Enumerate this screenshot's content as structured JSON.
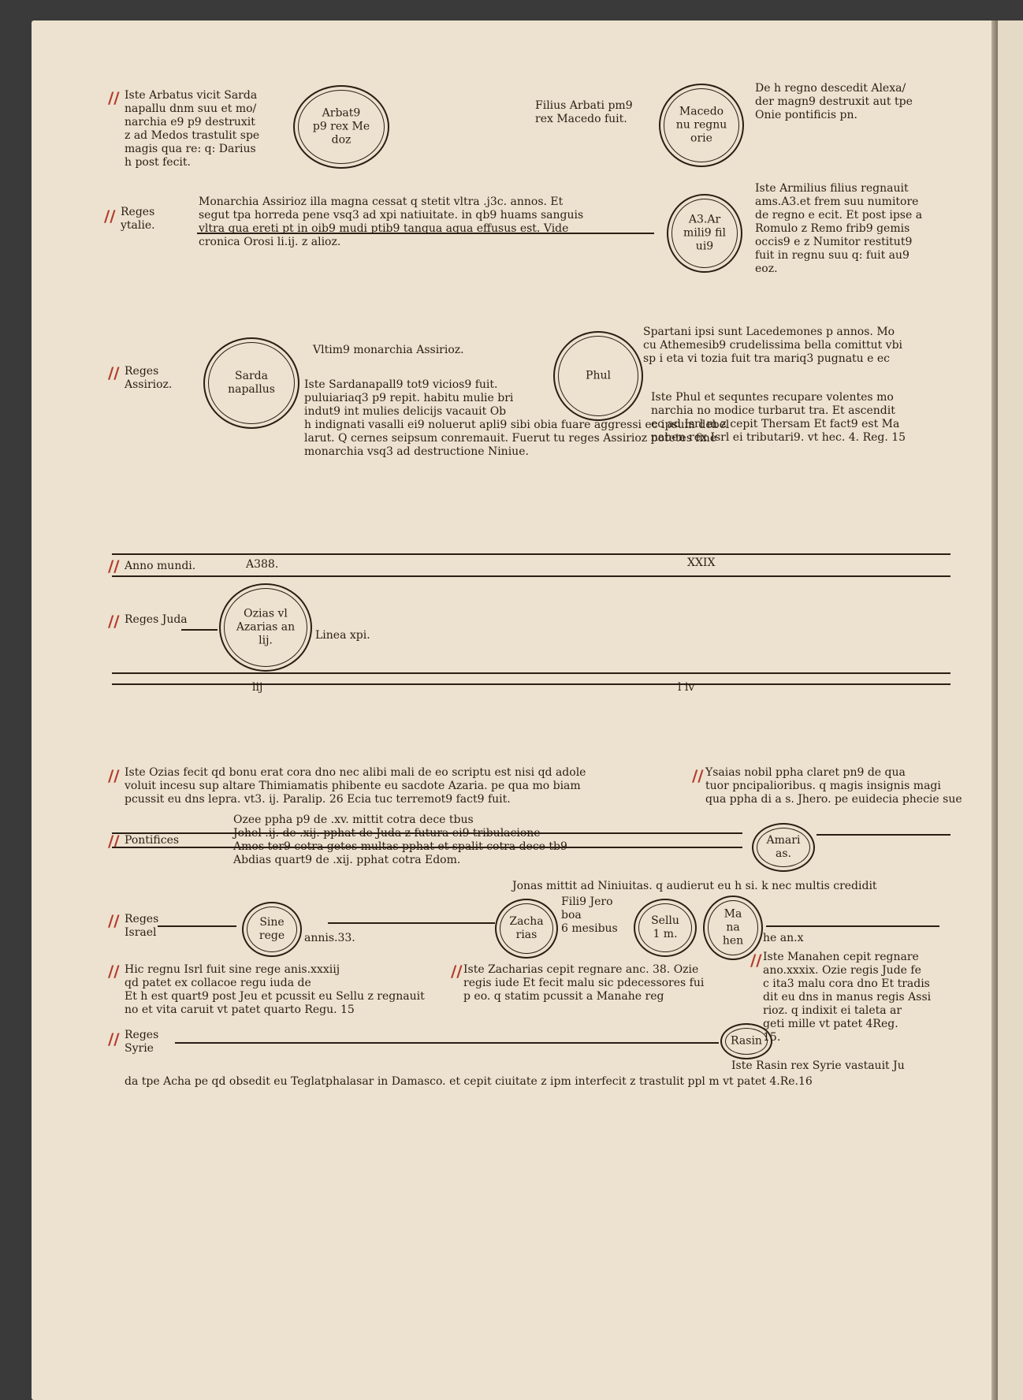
{
  "top": {
    "arbatus_text": "Iste Arbatus vicit Sarda\nnapallu dnm suu et mo/\nnarchia e9 p9 destruxit\nz ad Medos trastulit spe\nmagis qua re: q: Darius\nh post fecit.",
    "arbatus_circle": "Arbat9\np9 rex Me\ndoz",
    "filius_arbati": "Filius Arbati pm9\nrex Macedo fuit.",
    "macedonum_circle": "Macedo\nnu regnu\norie",
    "macedonum_text": "De h regno descedit Alexa/\nder magn9 destruxit aut tpe\nOnie pontificis pn.",
    "reges_ytalie_label": "Reges\nytalie.",
    "monarchia_text": "Monarchia Assirioz illa magna cessat q stetit vltra .j3c. annos. Et\nsegut tpa horreda pene vsq3 ad xpi natiuitate. in qb9 huams sanguis\nvltra qua ereti pt in oib9 mudi ptib9 tanqua aqua effusus est. Vide\ncronica Orosi li.ij. z alioz.",
    "armilius_circle": "A3.Ar\nmili9 fil\nui9",
    "armilius_text": "Iste Armilius filius regnauit\nams.A3.et frem suu numitore\nde regno e ecit. Et post ipse a\nRomulo z Remo frib9 gemis\noccis9 e z Numitor restitut9\nfuit in regnu suu q: fuit au9\neoz."
  },
  "middle": {
    "reges_assiriorum_label": "Reges\nAssirioz.",
    "sardanapallus_circle": "Sarda\nnapallus",
    "ultimus_title": "Vltim9 monarchia Assirioz.",
    "sardanapallus_text": "Iste Sardanapall9 tot9 vicios9 fuit.\npuluiariaq3 p9 repit. habitu mulie bri\nindut9 int mulies delicijs vacauit Ob\nh indignati vasalli ei9 noluerut apli9 sibi obia fuare aggressi ec ipsum debel\nlarut. Q cernes seipsum conremauit. Fuerut tu reges Assirioz potetes fine\nmonarchia vsq3 ad destructione Niniue.",
    "phul_circle": "Phul",
    "spartani_text": "Spartani ipsi sunt Lacedemones p annos. Mo\ncu Athemesib9 crudelissima bella comittut vbi\nsp i eta vi tozia fuit tra mariq3 pugnatu e ec",
    "phul_text": "Iste Phul et sequntes recupare volentes mo\nnarchia no modice turbarut tra. Et ascendit\nec ad Isrl m z cepit Thersam Et fact9 est Ma\nnahen rex Isrl ei tributari9. vt hec. 4. Reg. 15"
  },
  "timeline": {
    "anno_mundi_label": "Anno mundi.",
    "year_value": "A388.",
    "right_value": "XXIX",
    "reges_juda_label": "Reges Juda",
    "ozias_circle": "Ozias vl\nAzarias an\nlij.",
    "linea_label": "Linea xpi.",
    "bottom_left": "lij",
    "bottom_right": "l iv"
  },
  "lower": {
    "ozias_text": "Iste Ozias fecit qd bonu erat cora dno nec alibi mali de eo scriptu est nisi qd adole\nvoluit incesu sup altare Thimiamatis phibente eu sacdote Azaria. pe qua mo biam\npcussit eu dns lepra. vt3. ij. Paralip. 26 Ecia tuc terremot9 fact9 fuit.",
    "isaias_text": "Ysaias nobil ppha claret pn9 de qua\ntuor pncipalioribus. q magis insignis magi\nqua ppha di a s. Jhero. pe euidecia phecie sue",
    "prophets_text": "Ozee ppha p9 de .xv. mittit cotra dece tbus\nJohel .ij. de .xij. pphat de Juda z futura ei9 tribulacione\nAmos ter9 cotra getes multas pphat et spalit cotra dece tb9\nAbdias quart9 de .xij. pphat cotra Edom.",
    "pontifices_label": "Pontifices",
    "amarias_circle": "Amari\nas.",
    "jonas_text": "Jonas mittit ad Niniuitas. q audierut eu h si. k nec multis credidit",
    "reges_israel_label": "Reges\nIsrael",
    "sine_rege_circle": "Sine\nrege",
    "annis_text": "annis.33.",
    "zacharias_circle": "Zacha\nrias",
    "filius_jero": "Fili9 Jero\nboa\n6 mesibus",
    "sellum_circle": "Sellu\n1 m.",
    "manahen_circle": "Ma\nna\nhen",
    "manahen_years": "he an.x",
    "hic_regnum_text": "Hic regnu Isrl fuit sine rege anis.xxxiij\nqd patet ex collacoe regu iuda de\nEt h est quart9 post Jeu et pcussit eu Sellu z regnauit\nno et vita caruit vt patet quarto Regu. 15",
    "zacharias_text": "Iste Zacharias cepit regnare anc. 38. Ozie\nregis iude Et fecit malu sic pdecessores fui\np eo. q statim pcussit a Manahe reg",
    "manahen_text": "Iste Manahen cepit regnare\nano.xxxix. Ozie regis Jude fe\nc ita3 malu cora dno Et tradis\ndit eu dns in manus regis Assi\nrioz. q indixit ei taleta ar\ngeti mille vt patet 4Reg.\n15.",
    "reges_syrie_label": "Reges\nSyrie",
    "rasin_circle": "Rasin",
    "rasin_text": "Iste Rasin rex Syrie vastauit Ju",
    "last_line": "da tpe Acha pe qd obsedit eu Teglatphalasar in Damasco. et cepit ciuitate z ipm interfecit z trastulit ppl m vt patet 4.Re.16"
  }
}
